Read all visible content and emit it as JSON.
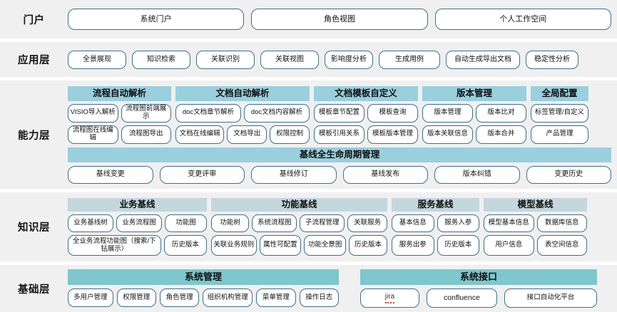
{
  "diagram": {
    "title": "系统架构分层图",
    "colors": {
      "band_bg": "#f0f0f0",
      "pill_border": "#3f6f87",
      "capability_header": "#9acfde",
      "knowledge_header": "#c3d7dc",
      "foundation_header": "#7fc6cd",
      "text": "#111111"
    }
  },
  "rows": {
    "portal": {
      "label": "门户",
      "items": [
        "系统门户",
        "角色视图",
        "个人工作空间"
      ]
    },
    "application": {
      "label": "应用层",
      "items": [
        "全景展现",
        "知识检索",
        "关联识别",
        "关联视图",
        "影响度分析",
        "生成用例",
        "自动生成导出文档",
        "稳定性分析"
      ]
    },
    "capability": {
      "label": "能力层",
      "groups": [
        {
          "header": "流程自动解析",
          "rows": [
            [
              "VISIO导入解析",
              "流程图前端展示"
            ],
            [
              "流程图在线编辑",
              "流程图导出"
            ]
          ]
        },
        {
          "header": "文档自动解析",
          "rows": [
            [
              "doc文档章节解析",
              "doc文档内容解析"
            ],
            [
              "文档在线编辑",
              "文档导出",
              "权限控制"
            ]
          ]
        },
        {
          "header": "文档模板自定义",
          "rows": [
            [
              "模板章节配置",
              "模板查询"
            ],
            [
              "模板引用关系",
              "模板版本管理"
            ]
          ]
        },
        {
          "header": "版本管理",
          "rows": [
            [
              "版本管理",
              "版本比对"
            ],
            [
              "版本关联信息",
              "版本合并"
            ]
          ]
        },
        {
          "header": "全局配置",
          "rows": [
            [
              "标签管理/自定义"
            ],
            [
              "产品管理"
            ]
          ]
        }
      ],
      "lifecycle": {
        "header": "基线全生命周期管理",
        "items": [
          "基线变更",
          "变更评审",
          "基线修订",
          "基线发布",
          "版本纠错",
          "变更历史"
        ]
      }
    },
    "knowledge": {
      "label": "知识层",
      "groups": [
        {
          "header": "业务基线",
          "rows": [
            [
              "业务基线树",
              "业务流程图",
              "功能图"
            ],
            [
              "全业务流程功能图（搜索/下钻展示）",
              "历史版本"
            ]
          ]
        },
        {
          "header": "功能基线",
          "rows": [
            [
              "功能树",
              "系统流程图",
              "子流程管理",
              "关联服务"
            ],
            [
              "关联业务规则",
              "属性可配置",
              "功能全景图",
              "历史版本"
            ]
          ]
        },
        {
          "header": "服务基线",
          "rows": [
            [
              "基本信息",
              "服务入参"
            ],
            [
              "服务出参",
              "历史版本"
            ]
          ]
        },
        {
          "header": "模型基线",
          "rows": [
            [
              "模型基本信息",
              "数据库信息"
            ],
            [
              "用户信息",
              "表空间信息"
            ]
          ]
        }
      ]
    },
    "foundation": {
      "label": "基础层",
      "groups": [
        {
          "header": "系统管理",
          "items": [
            "多用户管理",
            "权限管理",
            "角色管理",
            "组织机构管理",
            "菜单管理",
            "操作日志"
          ]
        },
        {
          "header": "系统接口",
          "items": [
            "jira",
            "confluence",
            "接口自动化平台"
          ]
        }
      ]
    }
  }
}
